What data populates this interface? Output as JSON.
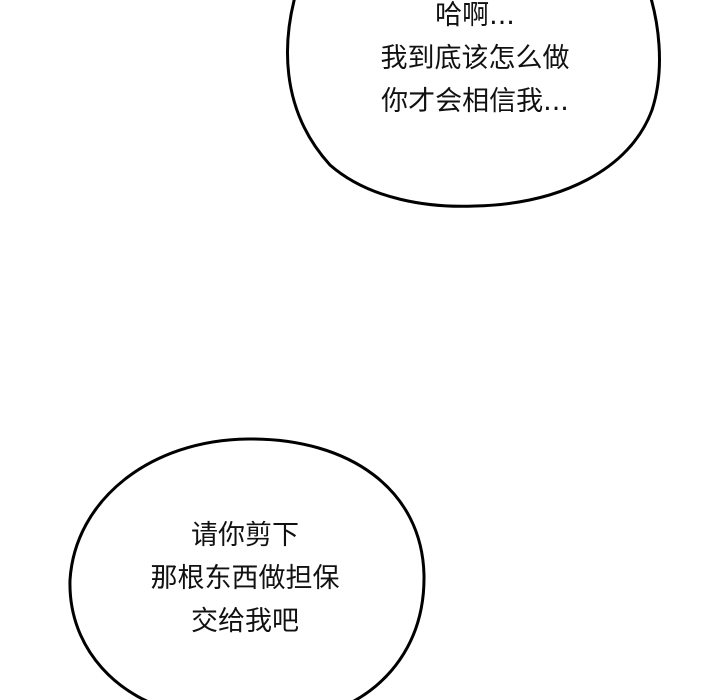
{
  "bubbles": [
    {
      "lines": [
        "哈啊...",
        "我到底该怎么做",
        "你才会相信我..."
      ]
    },
    {
      "lines": [
        "请你剪下",
        "那根东西做担保",
        "交给我吧"
      ]
    }
  ],
  "colors": {
    "background": "#ffffff",
    "outline": "#000000",
    "text": "#111111"
  }
}
